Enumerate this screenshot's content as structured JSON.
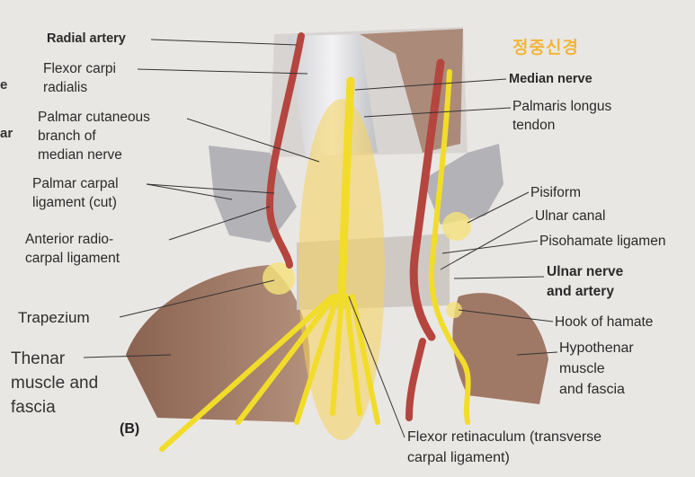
{
  "figure_label": "(B)",
  "annotation": "정중신경",
  "edge_fragments": [
    "e",
    "ar"
  ],
  "labels": {
    "radial_artery": "Radial artery",
    "flexor_carpi_radialis": "Flexor carpi\nradialis",
    "palmar_cutaneous": "Palmar cutaneous\nbranch of\nmedian nerve",
    "palmar_carpal": "Palmar carpal\nligament (cut)",
    "anterior_radiocarpal": "Anterior radio-\ncarpal ligament",
    "trapezium": "Trapezium",
    "thenar": "Thenar\nmuscle and\nfascia",
    "median_nerve": "Median nerve",
    "palmaris_longus": "Palmaris longus\ntendon",
    "pisiform": "Pisiform",
    "ulnar_canal": "Ulnar canal",
    "pisohamate": "Pisohamate ligamen",
    "ulnar_nerve_artery": "Ulnar nerve\nand artery",
    "hook_of_hamate": "Hook of hamate",
    "hypothenar": "Hypothenar\nmuscle\nand fascia",
    "flexor_retinaculum": "Flexor retinaculum (transverse\ncarpal ligament)"
  },
  "colors": {
    "highlight": "#f5d25a",
    "nerve": "#f2dc2a",
    "artery": "#b5453f",
    "muscle": "#9c7560",
    "ligament": "#bdbcc0",
    "annotation": "#f2b53a"
  }
}
